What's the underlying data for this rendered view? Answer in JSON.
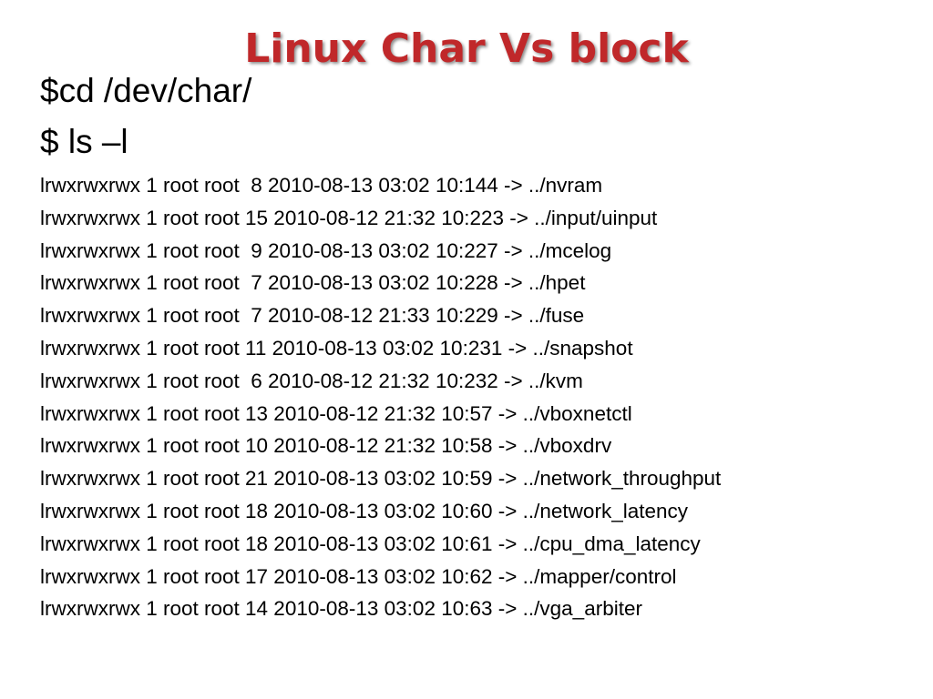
{
  "slide": {
    "title": "Linux Char Vs block",
    "title_color": "#c0282a",
    "commands": [
      "$cd /dev/char/",
      "$ ls –l"
    ],
    "listing": [
      "lrwxrwxrwx 1 root root  8 2010-08-13 03:02 10:144 -> ../nvram",
      "lrwxrwxrwx 1 root root 15 2010-08-12 21:32 10:223 -> ../input/uinput",
      "lrwxrwxrwx 1 root root  9 2010-08-13 03:02 10:227 -> ../mcelog",
      "lrwxrwxrwx 1 root root  7 2010-08-13 03:02 10:228 -> ../hpet",
      "lrwxrwxrwx 1 root root  7 2010-08-12 21:33 10:229 -> ../fuse",
      "lrwxrwxrwx 1 root root 11 2010-08-13 03:02 10:231 -> ../snapshot",
      "lrwxrwxrwx 1 root root  6 2010-08-12 21:32 10:232 -> ../kvm",
      "lrwxrwxrwx 1 root root 13 2010-08-12 21:32 10:57 -> ../vboxnetctl",
      "lrwxrwxrwx 1 root root 10 2010-08-12 21:32 10:58 -> ../vboxdrv",
      "lrwxrwxrwx 1 root root 21 2010-08-13 03:02 10:59 -> ../network_throughput",
      "lrwxrwxrwx 1 root root 18 2010-08-13 03:02 10:60 -> ../network_latency",
      "lrwxrwxrwx 1 root root 18 2010-08-13 03:02 10:61 -> ../cpu_dma_latency",
      "lrwxrwxrwx 1 root root 17 2010-08-13 03:02 10:62 -> ../mapper/control",
      "lrwxrwxrwx 1 root root 14 2010-08-13 03:02 10:63 -> ../vga_arbiter"
    ]
  }
}
